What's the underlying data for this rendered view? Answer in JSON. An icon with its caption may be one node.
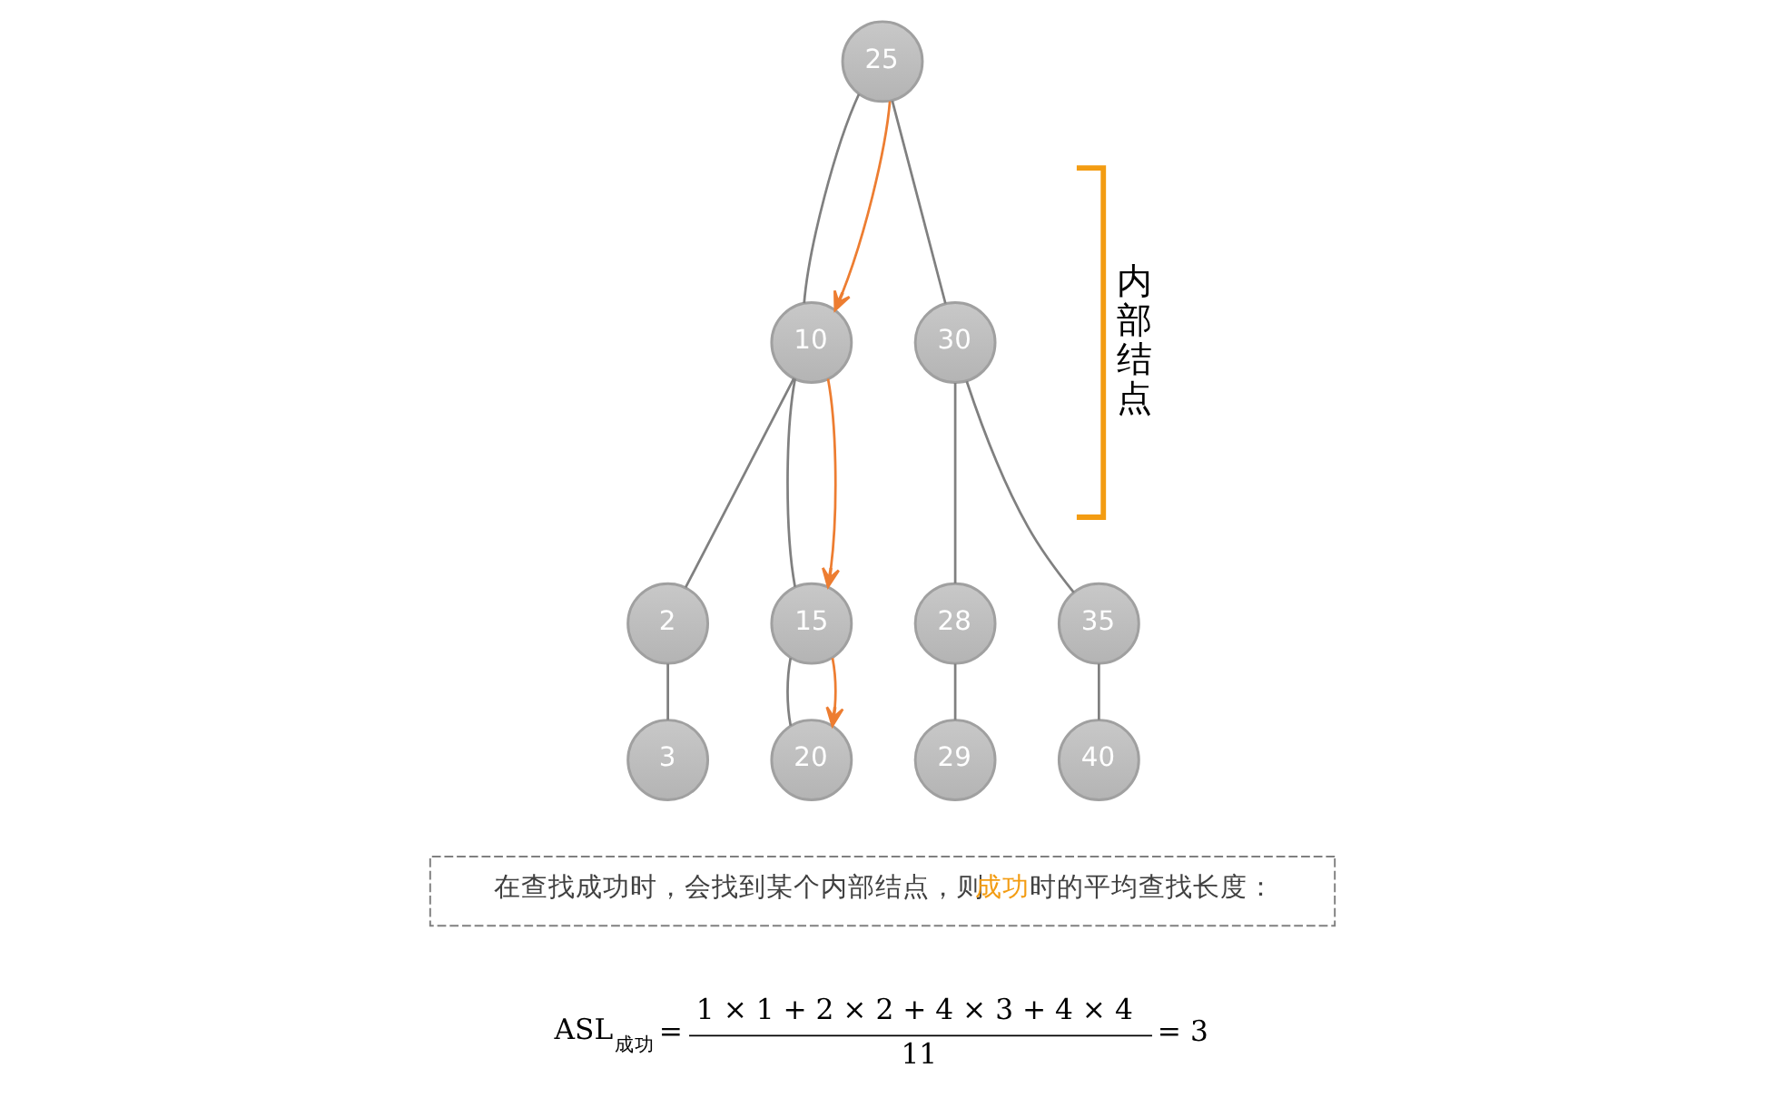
{
  "diagram": {
    "nodes": [
      {
        "text": [
          "25"
        ]
      },
      {
        "text": [
          "10"
        ]
      },
      {
        "text": [
          "30"
        ]
      },
      {
        "text": [
          "2"
        ]
      },
      {
        "text": [
          "15"
        ]
      },
      {
        "text": [
          "28"
        ]
      },
      {
        "text": [
          "35"
        ]
      },
      {
        "text": [
          "3"
        ]
      },
      {
        "text": [
          "20"
        ]
      },
      {
        "text": [
          "29"
        ]
      },
      {
        "text": [
          "40"
        ]
      },
      {
        "text": [
          "在查找成功时，会找到某个内部结点，则**成功**时的平均查找长度："
        ]
      }
    ],
    "edges": [
      {
        "from": 0,
        "to": 1,
        "arrow": "none"
      },
      {
        "from": 0,
        "to": 2,
        "arrow": "none"
      },
      {
        "from": 1,
        "to": 3,
        "arrow": "none"
      },
      {
        "from": 1,
        "to": 4,
        "arrow": "none"
      },
      {
        "from": 2,
        "to": 5,
        "arrow": "none"
      },
      {
        "from": 2,
        "to": 6,
        "arrow": "none"
      },
      {
        "from": 3,
        "to": 7,
        "arrow": "none"
      },
      {
        "from": 4,
        "to": 8,
        "arrow": "none"
      },
      {
        "from": 5,
        "to": 9,
        "arrow": "none"
      },
      {
        "from": 6,
        "to": 10,
        "arrow": "none"
      },
      {
        "from": 0,
        "to": 1,
        "arrow": "to",
        "color": "#ed7d31"
      },
      {
        "from": 1,
        "to": 4,
        "arrow": "to",
        "color": "#ed7d31"
      },
      {
        "from": 4,
        "to": 8,
        "arrow": "to",
        "color": "#ed7d31"
      }
    ],
    "labels": [
      "内部结点",
      "ASL$_{成功}$",
      "=",
      "1 × 1 + 2 × 2 + 4 × 3 + 4 × 4",
      "11",
      "= 3"
    ]
  }
}
